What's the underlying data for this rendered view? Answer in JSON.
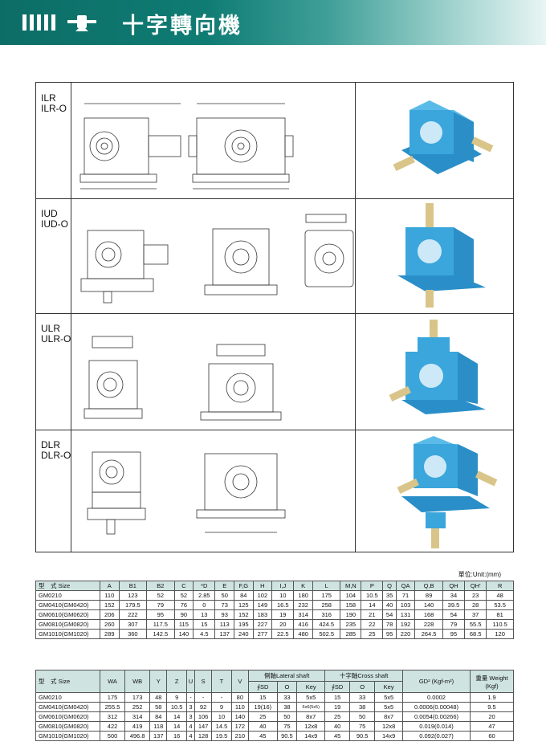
{
  "header": {
    "title": "十字轉向機"
  },
  "rows": [
    {
      "model": "ILR\nILR-O"
    },
    {
      "model": "IUD\nIUD-O"
    },
    {
      "model": "ULR\nULR-O"
    },
    {
      "model": "DLR\nDLR-O"
    }
  ],
  "unit_note": "單位:Unit:(mm)",
  "table1": {
    "headers": [
      "型　式 Size",
      "A",
      "B1",
      "B2",
      "C",
      "*D",
      "E",
      "F,G",
      "H",
      "I,J",
      "K",
      "L",
      "M,N",
      "P",
      "Q",
      "QA",
      "Q,B",
      "QH",
      "QH'",
      "R"
    ],
    "rows": [
      [
        "GM0210",
        "110",
        "123",
        "52",
        "52",
        "2.85",
        "50",
        "84",
        "102",
        "10",
        "180",
        "175",
        "104",
        "10.5",
        "35",
        "71",
        "89",
        "34",
        "23",
        "48"
      ],
      [
        "GM0410(GM0420)",
        "152",
        "179.5",
        "79",
        "76",
        "0",
        "73",
        "125",
        "149",
        "16.5",
        "232",
        "258",
        "158",
        "14",
        "40",
        "103",
        "140",
        "39.5",
        "28",
        "53.5"
      ],
      [
        "GM0610(GM0620)",
        "206",
        "222",
        "95",
        "90",
        "13",
        "93",
        "152",
        "183",
        "19",
        "314",
        "316",
        "190",
        "21",
        "54",
        "131",
        "168",
        "54",
        "37",
        "81"
      ],
      [
        "GM0810(GM0820)",
        "260",
        "307",
        "117.5",
        "115",
        "15",
        "113",
        "195",
        "227",
        "20",
        "416",
        "424.5",
        "235",
        "22",
        "78",
        "192",
        "228",
        "79",
        "55.5",
        "110.5"
      ],
      [
        "GM1010(GM1020)",
        "289",
        "360",
        "142.5",
        "140",
        "4.5",
        "137",
        "240",
        "277",
        "22.5",
        "480",
        "502.5",
        "285",
        "25",
        "95",
        "220",
        "264.5",
        "95",
        "68.5",
        "120"
      ]
    ]
  },
  "table2": {
    "size_header": "型　式 Size",
    "simple_headers": [
      "WA",
      "WB",
      "Y",
      "Z",
      "U",
      "S",
      "T",
      "V"
    ],
    "lateral_header": "側軸Lateral shaft",
    "cross_header": "十字軸Cross shaft",
    "sub_headers": [
      "∮SD",
      "O",
      "Key",
      "∮SD",
      "O",
      "Key"
    ],
    "gd_header": "GD² (Kgf-m²)",
    "weight_header": "重量 Weight (Kgf)",
    "rows": [
      [
        "GM0210",
        "175",
        "173",
        "48",
        "9",
        "-",
        "-",
        "-",
        "80",
        "15",
        "33",
        "5x5",
        "15",
        "33",
        "5x5",
        "0.0002",
        "1.9"
      ],
      [
        "GM0410(GM0420)",
        "255.5",
        "252",
        "58",
        "10.5",
        "3",
        "92",
        "9",
        "110",
        "19(16)",
        "38",
        "6x6(5x5)",
        "19",
        "38",
        "5x5",
        "0.0006(0.00048)",
        "9.5"
      ],
      [
        "GM0610(GM0620)",
        "312",
        "314",
        "84",
        "14",
        "3",
        "106",
        "10",
        "140",
        "25",
        "50",
        "8x7",
        "25",
        "50",
        "8x7",
        "0.0054(0.00266)",
        "20"
      ],
      [
        "GM0810(GM0820)",
        "422",
        "419",
        "118",
        "14",
        "4",
        "147",
        "14.5",
        "172",
        "40",
        "75",
        "12x8",
        "40",
        "75",
        "12x8",
        "0.019(0.014)",
        "47"
      ],
      [
        "GM1010(GM1020)",
        "500",
        "496.8",
        "137",
        "16",
        "4",
        "128",
        "19.5",
        "210",
        "45",
        "90.5",
        "14x9",
        "45",
        "90.5",
        "14x9",
        "0.092(0.027)",
        "60"
      ]
    ]
  },
  "colors": {
    "header_dark": "#0c6d66",
    "product_blue": "#2f9fd8",
    "shaft": "#d9c58a"
  }
}
